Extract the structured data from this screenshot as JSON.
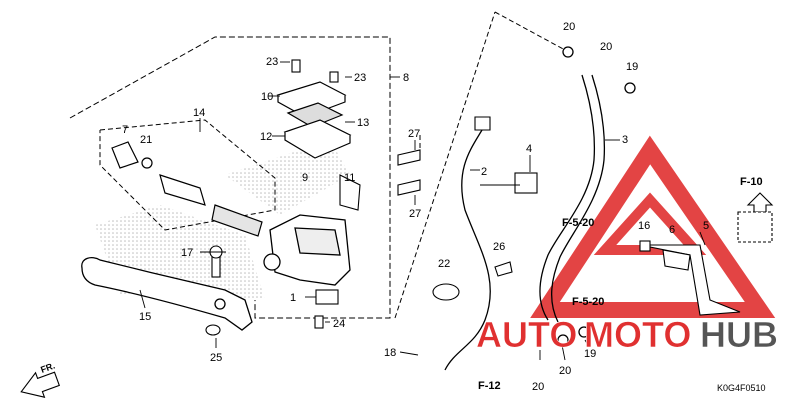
{
  "part_numbers": [
    "1",
    "2",
    "3",
    "4",
    "5",
    "6",
    "7",
    "8",
    "9",
    "10",
    "11",
    "12",
    "13",
    "14",
    "15",
    "16",
    "17",
    "18",
    "19",
    "19",
    "20",
    "20",
    "20",
    "20",
    "21",
    "22",
    "23",
    "23",
    "24",
    "25",
    "26",
    "27",
    "27"
  ],
  "references": {
    "f10": "F-10",
    "f520_top": "F-5-20",
    "f520_bottom": "F-5-20",
    "f12": "F-12",
    "front": "FR."
  },
  "watermark": {
    "brand_part1": "AUTO",
    "brand_part2": "MOTO",
    "brand_part3": "HUB"
  },
  "diagram_code": "K0G4F0510",
  "colors": {
    "line": "#000000",
    "watermark_red": "#e03030",
    "watermark_grey": "#555555",
    "stipple": "#cfcfcf"
  }
}
